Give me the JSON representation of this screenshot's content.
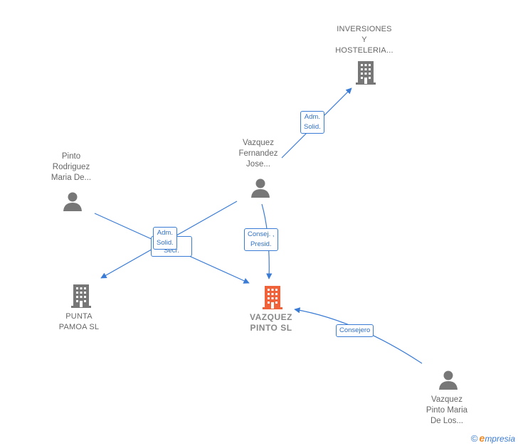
{
  "nodes": {
    "inversiones": {
      "label": "INVERSIONES\nY\nHOSTELERIA...",
      "type": "company",
      "color": "#777777"
    },
    "vazquez_fernandez": {
      "label": "Vazquez\nFernandez\nJose...",
      "type": "person",
      "color": "#777777"
    },
    "pinto_rodriguez": {
      "label": "Pinto\nRodriguez\nMaria De...",
      "type": "person",
      "color": "#777777"
    },
    "punta_pamoa": {
      "label": "PUNTA\nPAMOA SL",
      "type": "company",
      "color": "#777777"
    },
    "vazquez_pinto_sl": {
      "label": "VAZQUEZ\nPINTO SL",
      "type": "company",
      "color": "#f0623a"
    },
    "vazquez_pinto_maria": {
      "label": "Vazquez\nPinto Maria\nDe Los...",
      "type": "person",
      "color": "#777777"
    }
  },
  "edges": {
    "e1": {
      "label": "Adm.\nSolid."
    },
    "e2": {
      "label": "Consej. ,\nPresid."
    },
    "e3": {
      "label": "Adm.\nSolid."
    },
    "e4": {
      "label": "Secr."
    },
    "e5": {
      "label": "Consejero"
    }
  },
  "colors": {
    "edge": "#3a7bd5",
    "main_company": "#f0623a",
    "node": "#777777"
  },
  "footer": {
    "copyright": "©",
    "brand_e": "e",
    "brand_rest": "mpresia"
  }
}
